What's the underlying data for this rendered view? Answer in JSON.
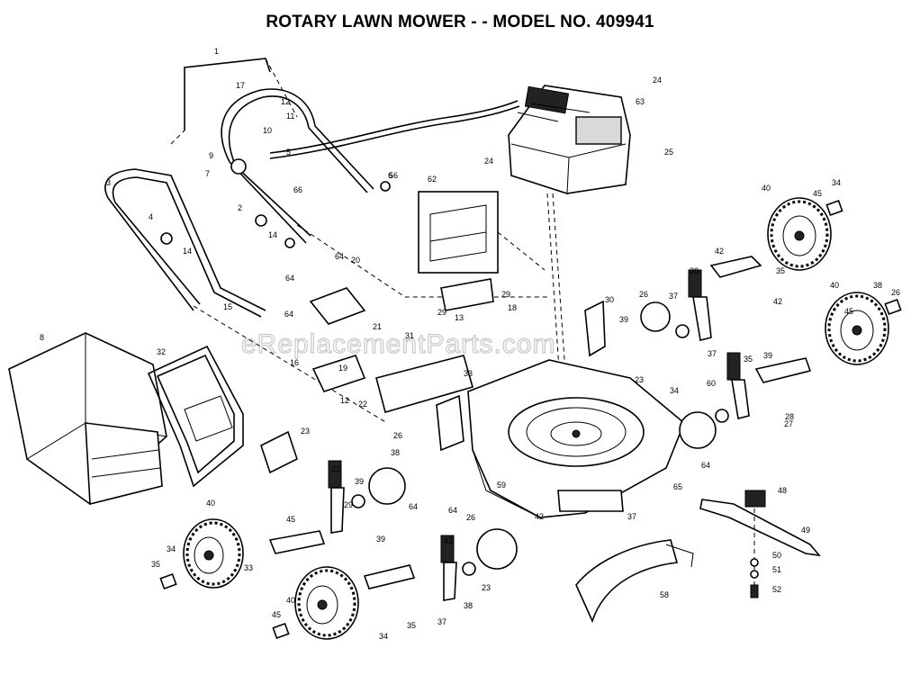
{
  "title": "ROTARY LAWN MOWER - - MODEL NO. 409941",
  "watermark": "eReplacementParts.com",
  "callouts": [
    "1",
    "17",
    "12",
    "11",
    "10",
    "9",
    "5",
    "7",
    "3",
    "4",
    "2",
    "66",
    "14",
    "6",
    "14",
    "56",
    "62",
    "24",
    "63",
    "24",
    "25",
    "64",
    "20",
    "64",
    "15",
    "64",
    "21",
    "29",
    "29",
    "13",
    "18",
    "16",
    "19",
    "12",
    "22",
    "31",
    "30",
    "33",
    "39",
    "26",
    "38",
    "37",
    "42",
    "40",
    "45",
    "34",
    "35",
    "42",
    "40",
    "45",
    "26",
    "38",
    "37",
    "60",
    "39",
    "23",
    "34",
    "35",
    "28",
    "27",
    "8",
    "32",
    "23",
    "26",
    "38",
    "23",
    "39",
    "29",
    "64",
    "59",
    "64",
    "64",
    "65",
    "42",
    "37",
    "40",
    "45",
    "34",
    "35",
    "33",
    "39",
    "26",
    "42",
    "40",
    "45",
    "34",
    "35",
    "37",
    "38",
    "23",
    "48",
    "49",
    "50",
    "51",
    "52",
    "58"
  ],
  "colors": {
    "ink": "#000000",
    "paper": "#ffffff",
    "watermark": "#c9c9c9"
  }
}
